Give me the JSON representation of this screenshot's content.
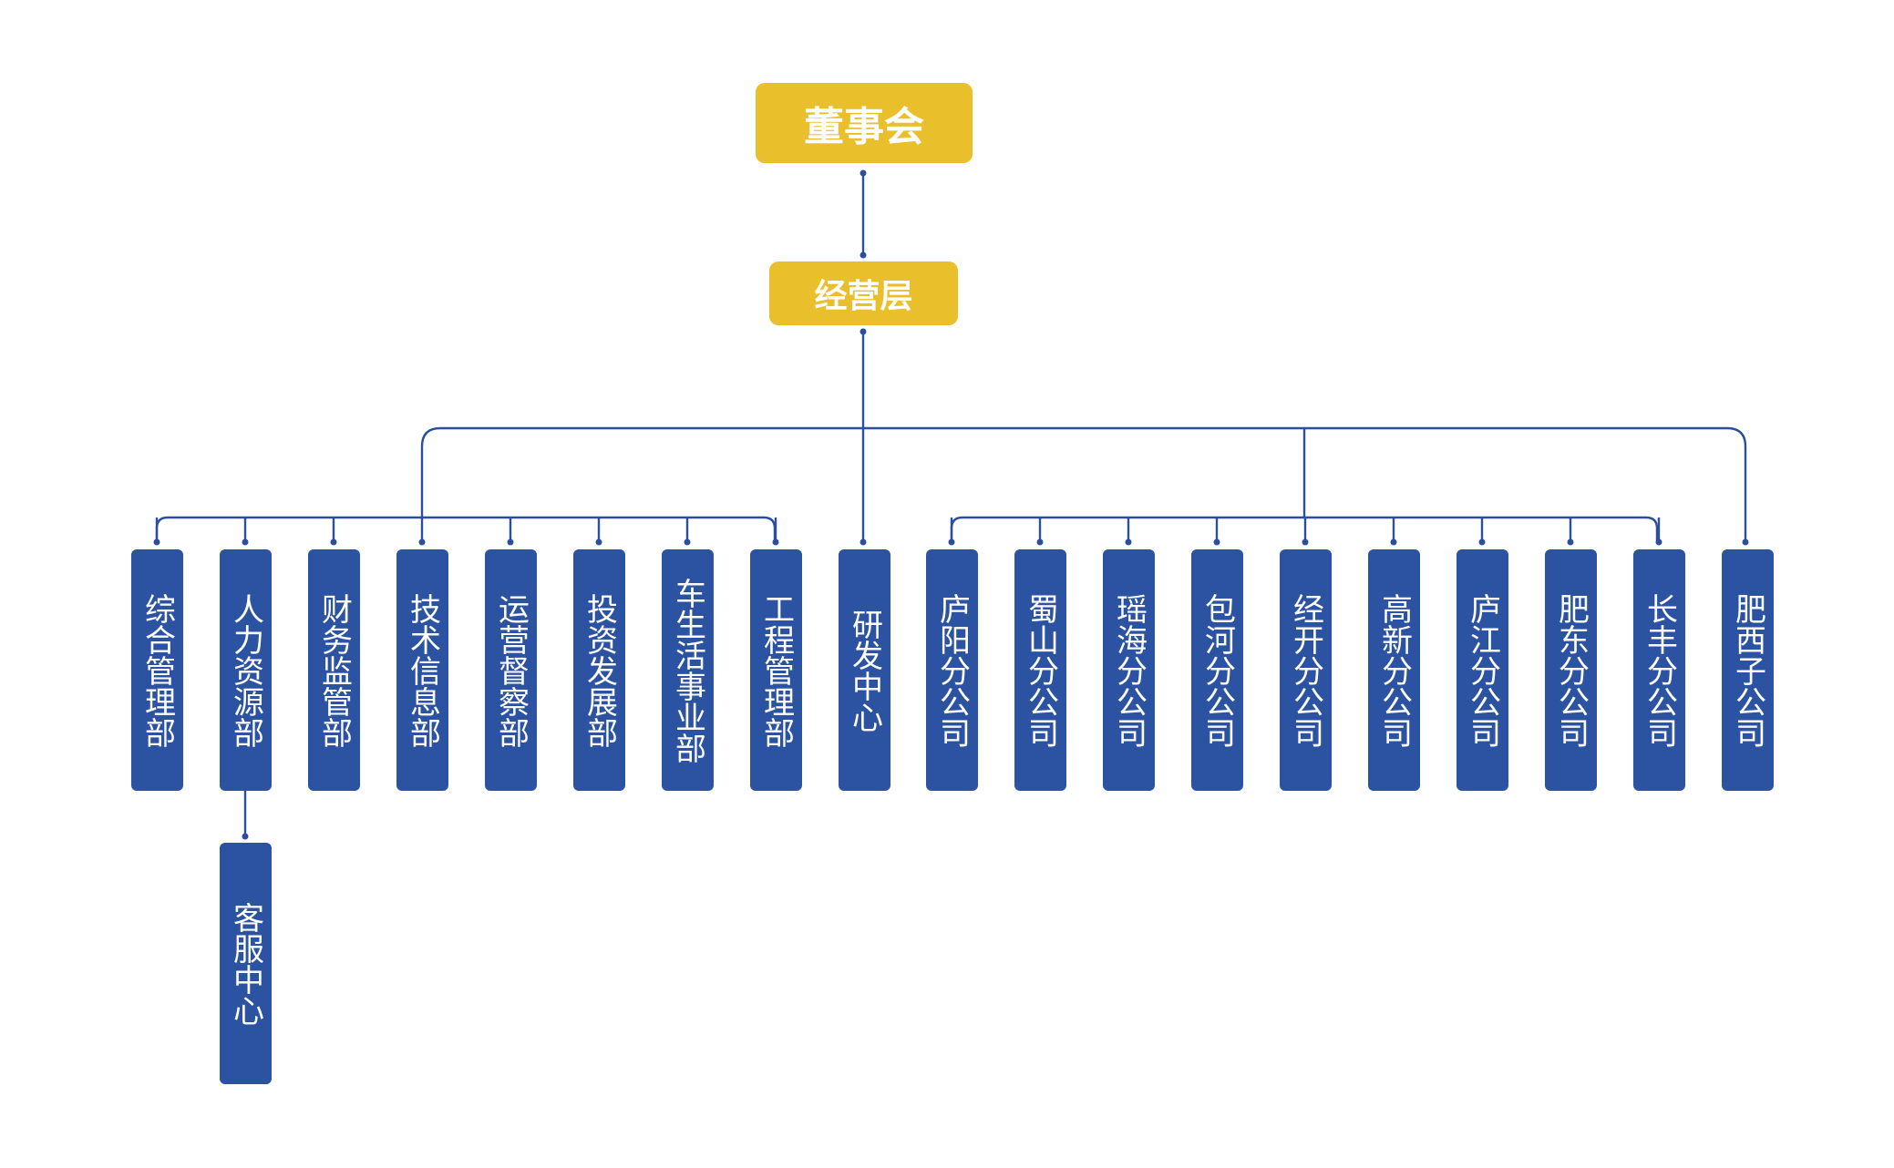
{
  "board": {
    "label": "董事会"
  },
  "management": {
    "label": "经营层"
  },
  "departments": [
    {
      "label": "综合管理部"
    },
    {
      "label": "人力资源部"
    },
    {
      "label": "财务监管部"
    },
    {
      "label": "技术信息部"
    },
    {
      "label": "运营督察部"
    },
    {
      "label": "投资发展部"
    },
    {
      "label": "车生活事业部"
    },
    {
      "label": "工程管理部"
    }
  ],
  "rnd": {
    "label": "研发中心"
  },
  "branches": [
    {
      "label": "庐阳分公司"
    },
    {
      "label": "蜀山分公司"
    },
    {
      "label": "瑶海分公司"
    },
    {
      "label": "包河分公司"
    },
    {
      "label": "经开分公司"
    },
    {
      "label": "高新分公司"
    },
    {
      "label": "庐江分公司"
    },
    {
      "label": "肥东分公司"
    },
    {
      "label": "长丰分公司"
    }
  ],
  "subsidiary": {
    "label": "肥西子公司"
  },
  "service_center": {
    "label": "客服中心"
  },
  "colors": {
    "gold": "#e9bf2c",
    "blue": "#2c53a2",
    "line": "#2b4f9e"
  }
}
